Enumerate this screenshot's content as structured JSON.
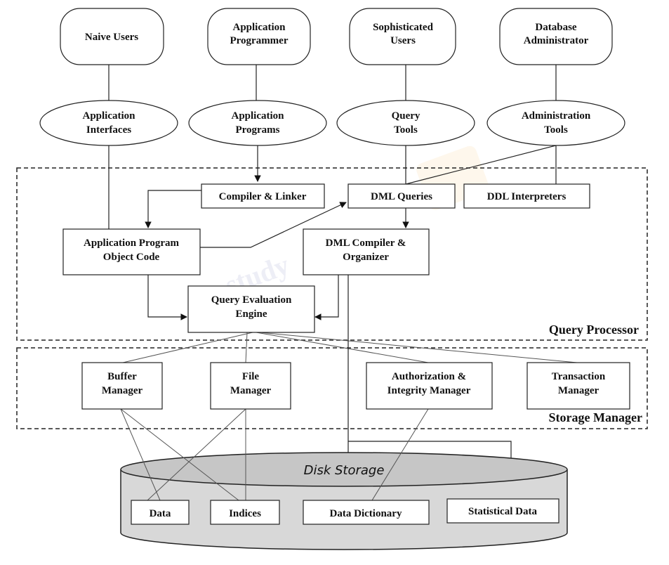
{
  "users": [
    {
      "id": "naive",
      "lines": [
        "Naive Users"
      ]
    },
    {
      "id": "app-programmer",
      "lines": [
        "Application",
        "Programmer"
      ]
    },
    {
      "id": "sophisticated",
      "lines": [
        "Sophisticated",
        "Users"
      ]
    },
    {
      "id": "dba",
      "lines": [
        "Database",
        "Administrator"
      ]
    }
  ],
  "tools": [
    {
      "id": "app-interfaces",
      "lines": [
        "Application",
        "Interfaces"
      ]
    },
    {
      "id": "app-programs",
      "lines": [
        "Application",
        "Programs"
      ]
    },
    {
      "id": "query-tools",
      "lines": [
        "Query",
        "Tools"
      ]
    },
    {
      "id": "admin-tools",
      "lines": [
        "Administration",
        "Tools"
      ]
    }
  ],
  "query_processor": {
    "label": "Query Processor",
    "compiler_linker": "Compiler & Linker",
    "dml_queries": "DML Queries",
    "ddl_interpreters": "DDL Interpreters",
    "object_code": [
      "Application Program",
      "Object Code"
    ],
    "dml_compiler": [
      "DML Compiler &",
      "Organizer"
    ],
    "query_engine": [
      "Query Evaluation",
      "Engine"
    ]
  },
  "storage_manager": {
    "label": "Storage Manager",
    "buffer": [
      "Buffer",
      "Manager"
    ],
    "file": [
      "File",
      "Manager"
    ],
    "authorization": [
      "Authorization &",
      "Integrity Manager"
    ],
    "transaction": [
      "Transaction",
      "Manager"
    ]
  },
  "disk": {
    "label": "Disk Storage",
    "data": "Data",
    "indices": "Indices",
    "dictionary": "Data Dictionary",
    "statistical": "Statistical Data"
  }
}
